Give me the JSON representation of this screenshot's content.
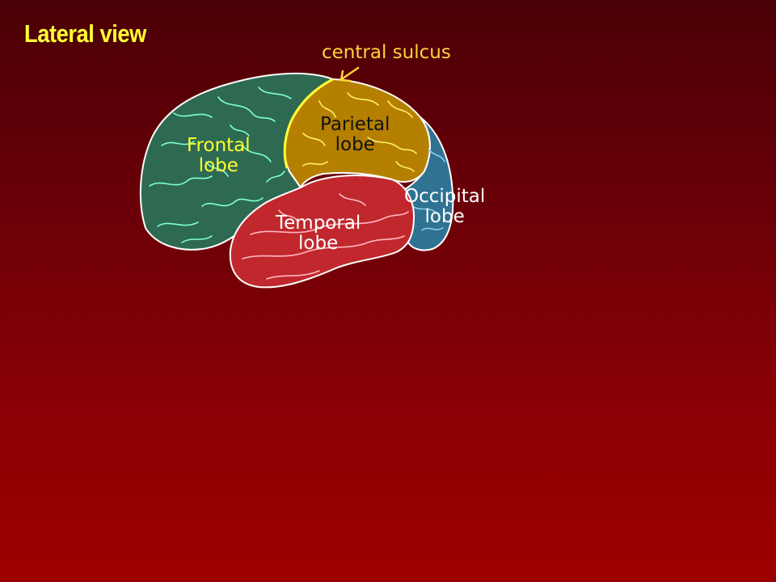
{
  "slide": {
    "title": "Lateral view",
    "callout": "central sulcus"
  },
  "lobes": {
    "frontal": {
      "line1": "Frontal",
      "line2": "lobe",
      "fill": "#2e6a52",
      "outline": "#7fffd4",
      "text_color": "#ffff33"
    },
    "parietal": {
      "line1": "Parietal",
      "line2": "lobe",
      "fill": "#b58000",
      "outline": "#ffee66",
      "text_color": "#111111"
    },
    "temporal": {
      "line1": "Temporal",
      "line2": "lobe",
      "fill": "#c0282d",
      "outline": "#ffb6c1",
      "text_color": "#ffffff"
    },
    "occipital": {
      "line1": "Occipital",
      "line2": "lobe",
      "fill": "#2f7292",
      "outline": "#87ceeb",
      "text_color": "#ffffff"
    }
  },
  "colors": {
    "background_top": "#4a0005",
    "background_bottom": "#9e0000",
    "title": "#ffff33",
    "central_sulcus": "#ffff33",
    "brain_outline": "#ffffff"
  }
}
